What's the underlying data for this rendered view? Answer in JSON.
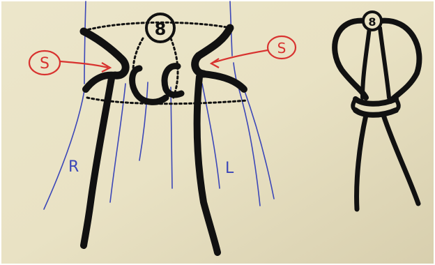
{
  "scene": {
    "paper_color": "#e9e2c4",
    "paper_shade": "#cfc6a4",
    "ink_color": "#111111",
    "blue_ink_color": "#3b46b8",
    "red_ink_color": "#d8322f"
  },
  "labels": {
    "center_circle_number": "8",
    "right_circle_number": "8",
    "left_red_marker": "S",
    "right_red_marker": "S",
    "left_strand_letter": "R",
    "right_strand_letter": "L"
  }
}
